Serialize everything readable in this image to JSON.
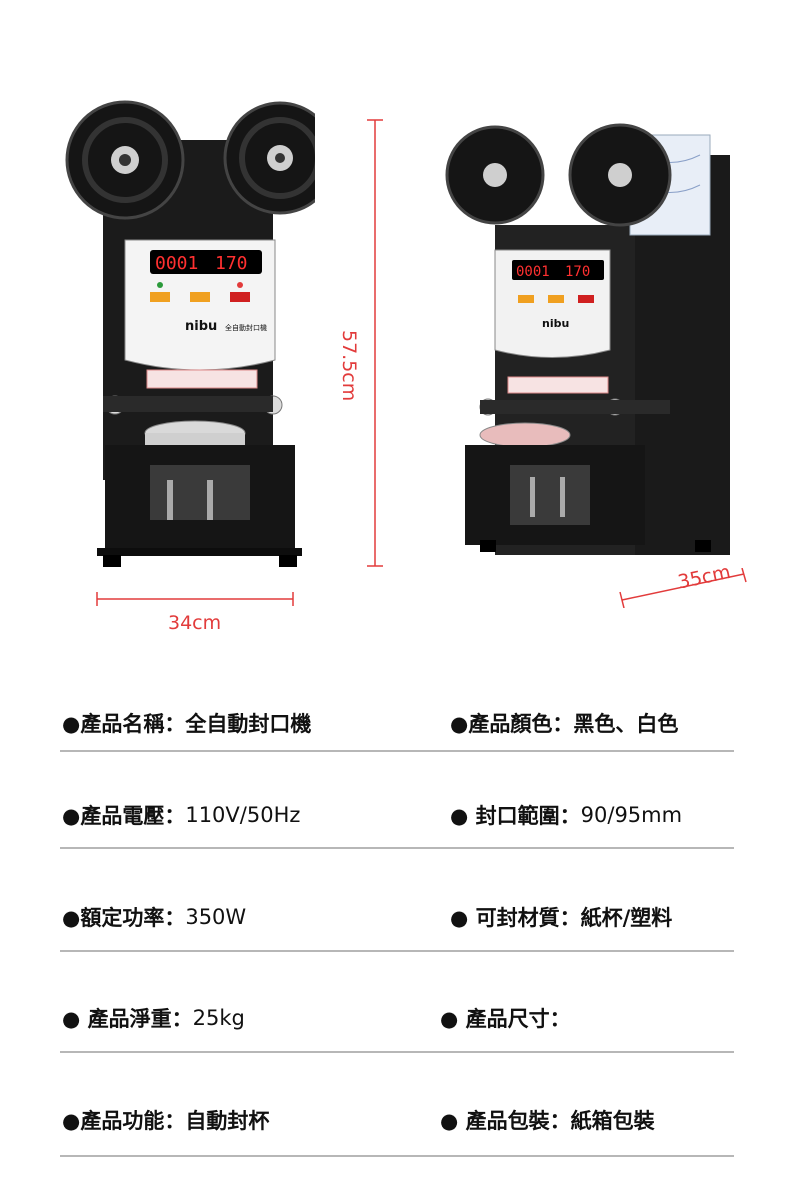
{
  "dimensions": {
    "width_label": "34cm",
    "height_label": "57.5cm",
    "depth_label": "35cm"
  },
  "machine": {
    "brand": "nibu",
    "display_left": "0001",
    "display_right": "170",
    "model_text": "全自動封口機"
  },
  "colors": {
    "accent_red": "#e23b3b",
    "machine_black": "#141414",
    "separator": "#b7b7b7"
  },
  "specs": [
    {
      "left": "●產品名稱：全自動封口機",
      "right": "●產品顏色：黑色、白色"
    },
    {
      "left": "●產品電壓：",
      "left_value": "110V/50Hz",
      "right": "● 封口範圍：",
      "right_value": "90/95mm"
    },
    {
      "left": "●額定功率：",
      "left_value": "350W",
      "right": "● 可封材質：紙杯/塑料"
    },
    {
      "left": "● 產品淨重：",
      "left_value": "25kg",
      "right": "● 產品尺寸："
    },
    {
      "left": "●產品功能：自動封杯",
      "right": "●  產品包裝：紙箱包裝"
    }
  ]
}
